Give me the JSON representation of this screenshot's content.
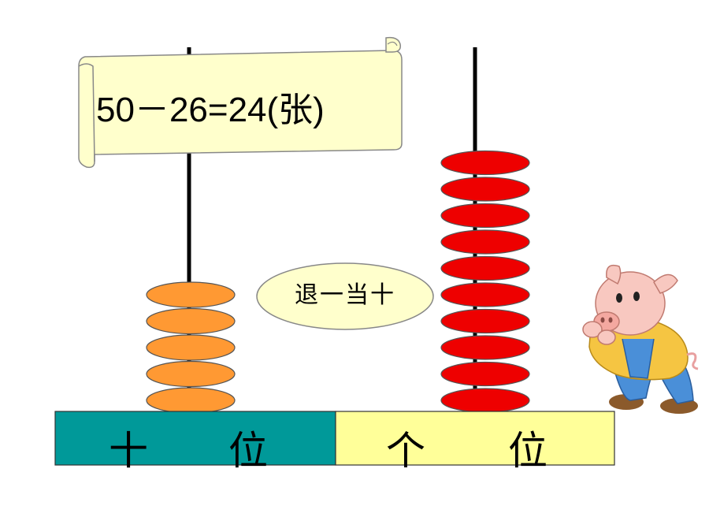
{
  "equation": "50－26=24(张)",
  "regroup_note": "退一当十",
  "place_values": [
    {
      "label_char_1": "十",
      "label_char_2": "位",
      "bead_count": 5
    },
    {
      "label_char_1": "个",
      "label_char_2": "位",
      "bead_count": 10
    }
  ],
  "colors": {
    "tens_bead": "#FF9933",
    "ones_bead": "#EE0000",
    "tens_base": "#009999",
    "ones_base": "#FFFF99",
    "scroll": "#FFFFCC",
    "bubble": "#FFFFCC"
  },
  "icons": [
    "pig-icon",
    "scroll-icon"
  ]
}
